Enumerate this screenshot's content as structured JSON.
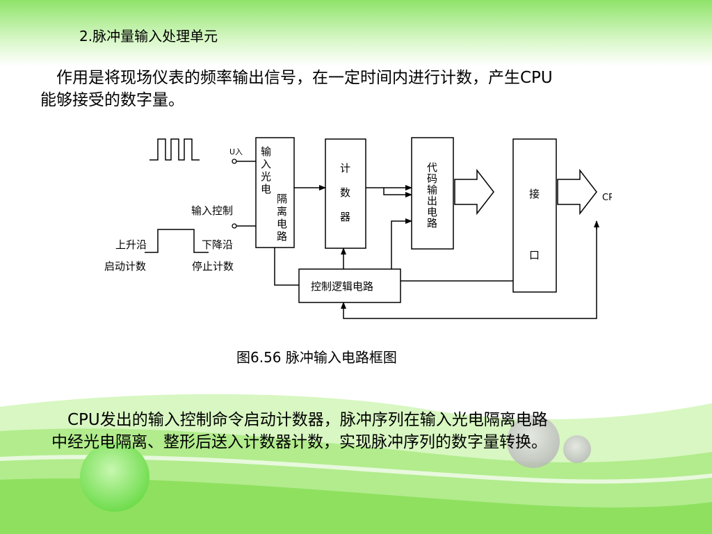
{
  "heading": "2.脉冲量输入处理单元",
  "intro": {
    "line1": "作用是将现场仪表的频率输出信号，在一定时间内进行计数，产生CPU",
    "line2": "能够接受的数字量。"
  },
  "diagram": {
    "labels": {
      "u_in": "U入",
      "input_control": "输入控制",
      "rising_edge": "上升沿",
      "falling_edge": "下降沿",
      "start_count": "启动计数",
      "stop_count": "停止计数",
      "cpu": "CPU"
    },
    "blocks": {
      "isolation_a": [
        "输",
        "入",
        "光",
        "电"
      ],
      "isolation_b": [
        "隔",
        "离",
        "电",
        "路"
      ],
      "counter": [
        "计",
        "数",
        "器"
      ],
      "code_output": [
        "代",
        "码",
        "输",
        "出",
        "电",
        "路"
      ],
      "interface": [
        "接",
        "口"
      ],
      "control_logic": "控制逻辑电路"
    }
  },
  "caption": "图6.56  脉冲输入电路框图",
  "summary": {
    "line1": "CPU发出的输入控制命令启动计数器，脉冲序列在输入光电隔离电路",
    "line2": "中经光电隔离、整形后送入计数器计数，实现脉冲序列的数字量转换。"
  },
  "colors": {
    "top_band": "#8fe36a",
    "wave_light": "#d8f7c2",
    "wave_mid": "#b2ec8d",
    "wave_dark": "#8fe05f",
    "bubble": "#8ee86c",
    "bubble_gray": "#c9c9c9"
  }
}
